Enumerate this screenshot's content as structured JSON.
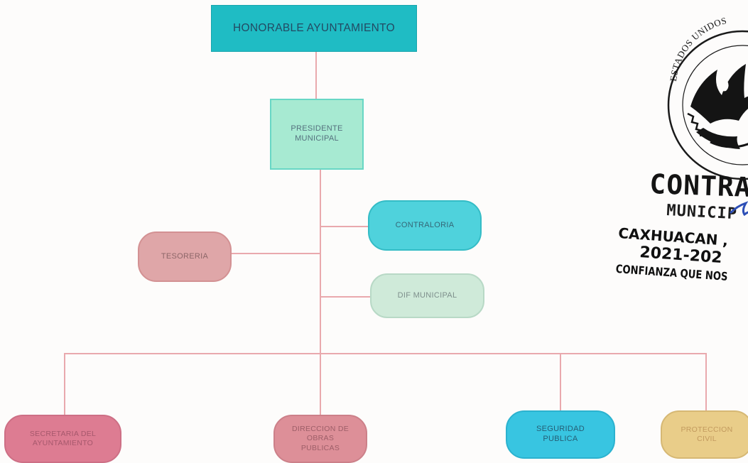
{
  "org_chart": {
    "top": "HONORABLE AYUNTAMIENTO",
    "president": [
      "PRESIDENTE",
      "MUNICIPAL"
    ],
    "contraloria": "CONTRALORIA",
    "tesoreria": "TESORERIA",
    "dif": "DIF MUNICIPAL",
    "bottom": {
      "secretaria": [
        "SECRETARIA DEL",
        "AYUNTAMIENTO"
      ],
      "obras": [
        "DIRECCION DE",
        "OBRAS",
        "PUBLICAS"
      ],
      "seguridad": [
        "SEGURIDAD",
        "PUBLICA"
      ],
      "proteccion": [
        "PROTECCION",
        "CIVIL"
      ]
    }
  },
  "stamp": {
    "arc_text": "ESTADOS UNIDOS",
    "line1": "CONTRAL",
    "line2": "MUNICIP",
    "line3": "CAXHUACAN ,",
    "line4": "2021-202",
    "line5": "CONFIANZA QUE NOS"
  },
  "colors": {
    "connector": "#e9a9ad",
    "stamp_ink": "#0d0d0d",
    "stamp_blue": "#2d4fb6"
  }
}
